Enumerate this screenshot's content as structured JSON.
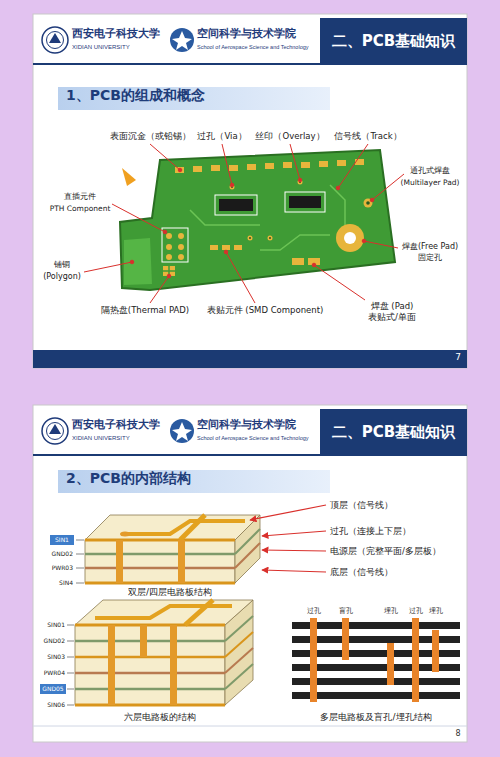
{
  "diagram": {
    "nodes": [
      {
        "text": [
          "二、PCB基础知识"
        ]
      },
      {
        "text": [
          "1、PCB的组成和概念"
        ]
      },
      {
        "text": [
          "二、PCB基础知识"
        ]
      },
      {
        "text": [
          "2、PCB的内部结构"
        ]
      },
      {
        "text": [
          "SIN1"
        ]
      },
      {
        "text": [
          "GND05"
        ]
      }
    ],
    "labels": [
      "西安电子科技大学",
      "XIDIAN UNIVERSITY",
      "空间科学与技术学院",
      "School of Aerospace Science and Technology",
      "表面沉金（或铅锡）",
      "过孔（Via）",
      "丝印（Overlay）",
      "信号线（Track）",
      "通孔式焊盘",
      "(Multilayer Pad)",
      "直插元件",
      "PTH Component",
      "焊盘(Free Pad)",
      "固定孔",
      "铺铜",
      "(Polygon)",
      "隔热盘(Thermal PAD)",
      "表贴元件 (SMD Component)",
      "焊盘 (Pad)",
      "表贴式/单面",
      "7",
      "西安电子科技大学",
      "XIDIAN UNIVERSITY",
      "空间科学与技术学院",
      "School of Aerospace Science and Technology",
      "顶层（信号线）",
      "过孔（连接上下层）",
      "电源层（完整平面/多层板）",
      "底层（信号线）",
      "GND02",
      "PWR03",
      "SIN4",
      "双层/四层电路板结构",
      "SIN01",
      "GND02",
      "SIN03",
      "PWR04",
      "SIN06",
      "六层电路板的结构",
      "过孔",
      "盲孔",
      "埋孔",
      "过孔",
      "埋孔",
      "多层电路板及盲孔/埋孔结构",
      "8"
    ]
  }
}
